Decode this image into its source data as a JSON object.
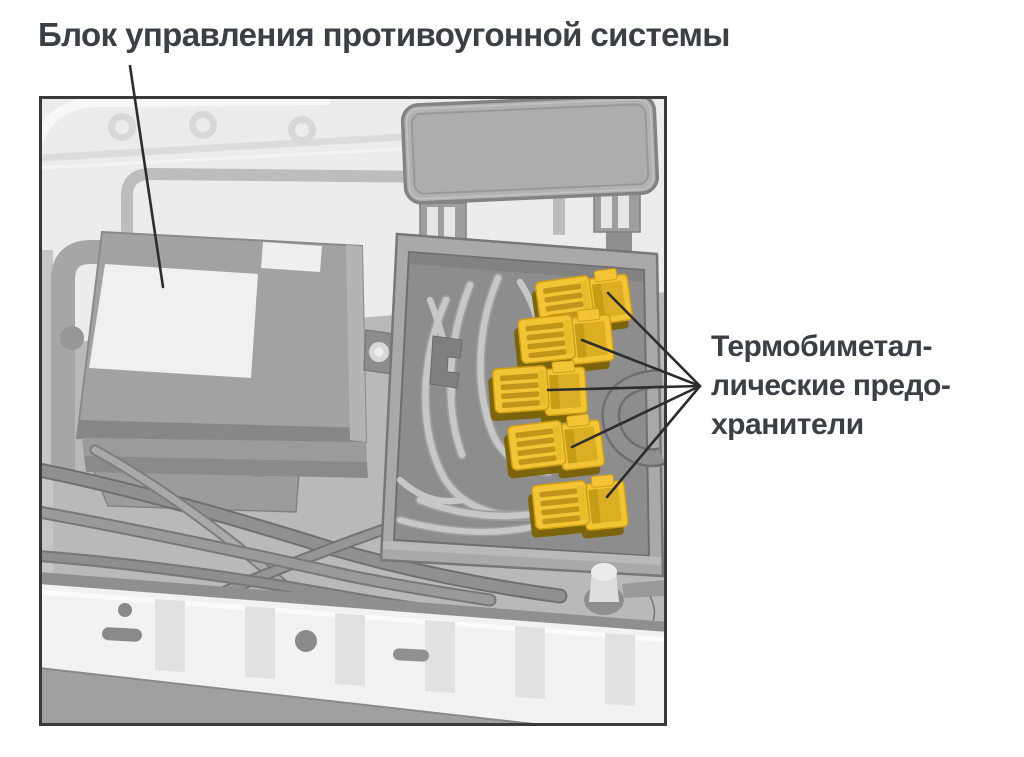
{
  "figure": {
    "title": "Блок управления противоугонной системы",
    "callout": {
      "lines": [
        "Термобиметал-",
        "лические предо-",
        "хранители"
      ]
    },
    "fuse_count": 5,
    "colors": {
      "fuse-yellow": "#f2c436",
      "fuse-ridge": "#c1941a",
      "fuse-inner": "#dcae24",
      "fuse-shadow": "#7b6306",
      "leader-line": "#2d2d2d",
      "label-text": "#3b4046",
      "frame-border": "#3a3a3a"
    }
  }
}
